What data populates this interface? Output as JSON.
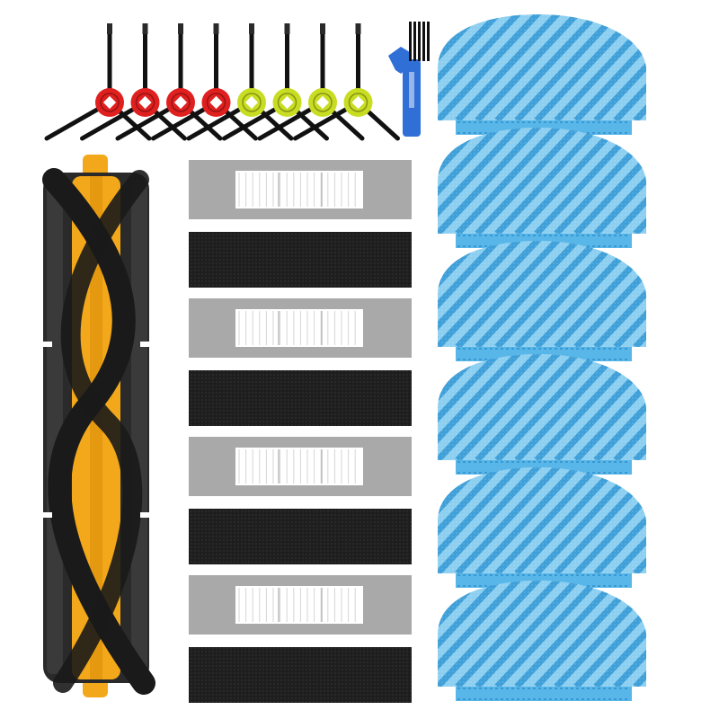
{
  "image": {
    "background": "#ffffff",
    "parts": {
      "side_brushes": {
        "count": 8,
        "hub_colors": [
          "#e01f1f",
          "#e01f1f",
          "#e01f1f",
          "#e01f1f",
          "#c8dd22",
          "#c8dd22",
          "#c8dd22",
          "#c8dd22"
        ],
        "bristle_color": "#111111"
      },
      "cleaning_tool": {
        "color": "#2f6fd6"
      },
      "main_brush": {
        "core_color": "#f2a81a",
        "bristle_color": "#1a1a1a"
      },
      "hepa_filters": {
        "count": 4,
        "frame_color": "#a9a9a9",
        "pleat_color": "#ffffff"
      },
      "sponge_filters": {
        "count": 4,
        "color": "#1e1e1e"
      },
      "mop_pads": {
        "count": 6,
        "base_color": "#8ccff0",
        "stripe_color": "#3f9fd8",
        "strip_color": "#58b7e8"
      }
    }
  }
}
